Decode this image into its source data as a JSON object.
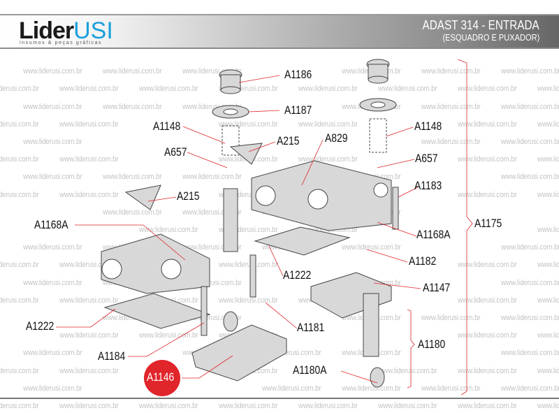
{
  "brand": {
    "logo_main": "Lider",
    "logo_accent": "USI",
    "tagline": "insumos & peças gráficas"
  },
  "header": {
    "title": "ADAST 314 - ENTRADA",
    "subtitle": "(ESQUADRO E PUXADOR)"
  },
  "watermark": "www.liderusi.com.br",
  "colors": {
    "accent": "#1aa0dc",
    "leader": "#e0252b",
    "highlight": "#e0252b"
  },
  "labels": {
    "a1186": "A1186",
    "a1187": "A1187",
    "a1148_l": "A1148",
    "a1148_r": "A1148",
    "a215_t": "A215",
    "a829": "A829",
    "a657_l": "A657",
    "a657_r": "A657",
    "a1183": "A1183",
    "a215_l": "A215",
    "a1168a_l": "A1168A",
    "a1168a_r": "A1168A",
    "a1175": "A1175",
    "a1182": "A1182",
    "a1222_m": "A1222",
    "a1147": "A1147",
    "a1181": "A1181",
    "a1222_l": "A1222",
    "a1180": "A1180",
    "a1184": "A1184",
    "a1180a": "A1180A",
    "a1146": "A1146"
  }
}
